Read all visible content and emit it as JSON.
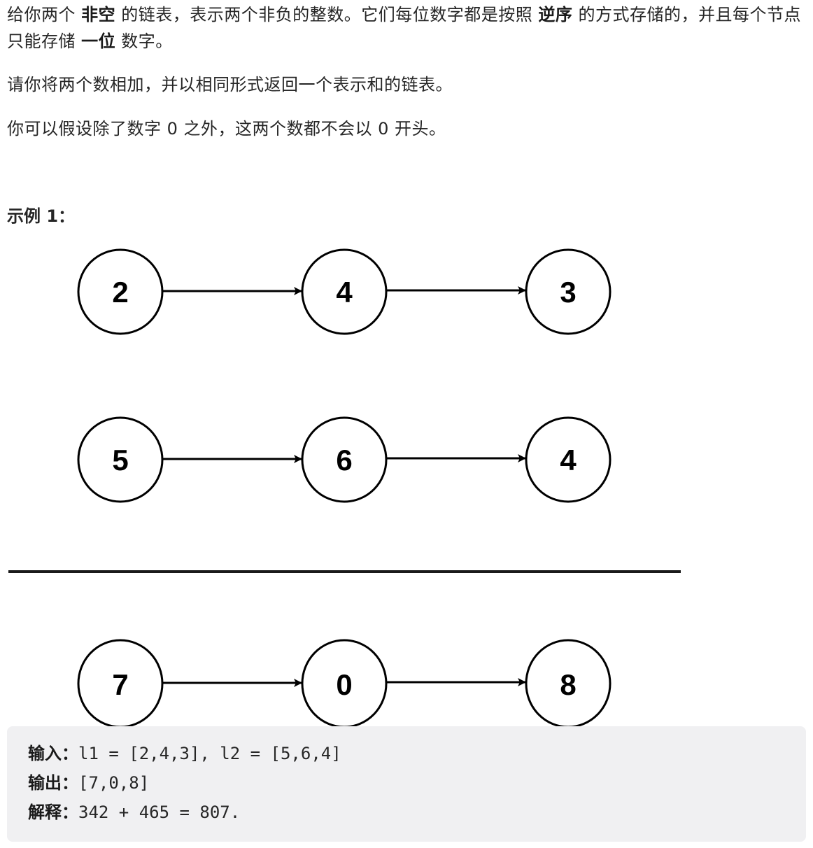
{
  "description": {
    "paragraph1": {
      "seg1": "给你两个 ",
      "bold1": "非空",
      "seg2": " 的链表，表示两个非负的整数。它们每位数字都是按照 ",
      "bold2": "逆序",
      "seg3": " 的方式存储的，并且每个节点只能存储 ",
      "bold3": "一位",
      "seg4": " 数字。"
    },
    "paragraph2": "请你将两个数相加，并以相同形式返回一个表示和的链表。",
    "paragraph3": "你可以假设除了数字 0 之外，这两个数都不会以 0 开头。"
  },
  "example": {
    "title": "示例 1：",
    "diagram": {
      "list1": [
        "2",
        "4",
        "3"
      ],
      "list2": [
        "5",
        "6",
        "4"
      ],
      "result": [
        "7",
        "0",
        "8"
      ]
    },
    "code": {
      "input_label": "输入：",
      "input_value": "l1 = [2,4,3], l2 = [5,6,4]",
      "output_label": "输出：",
      "output_value": "[7,0,8]",
      "explanation_label": "解释：",
      "explanation_value": "342 + 465 = 807."
    }
  }
}
